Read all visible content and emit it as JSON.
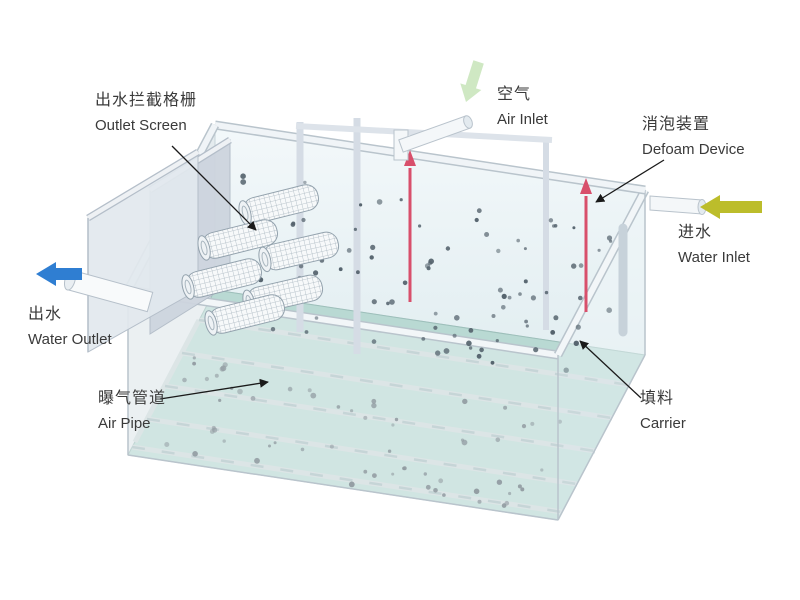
{
  "labels": {
    "outlet_screen": {
      "zh": "出水拦截格栅",
      "en": "Outlet Screen"
    },
    "air_inlet": {
      "zh": "空气",
      "en": "Air Inlet"
    },
    "defoam_device": {
      "zh": "消泡装置",
      "en": "Defoam Device"
    },
    "water_inlet": {
      "zh": "进水",
      "en": "Water Inlet"
    },
    "water_outlet": {
      "zh": "出水",
      "en": "Water Outlet"
    },
    "air_pipe": {
      "zh": "曝气管道",
      "en": "Air Pipe"
    },
    "carrier": {
      "zh": "填料",
      "en": "Carrier"
    }
  },
  "colors": {
    "water_outlet_arrow": "#2f7ed2",
    "water_inlet_arrow": "#bcbd2b",
    "air_inlet_arrow": "#cfe8c3",
    "defoam_rod": "#d84f6b",
    "tank_floor": "#b9d9d3",
    "tank_wall": "#e8edf2",
    "carrier_dot": "#55636d",
    "leader_line": "#1a1a1a",
    "label_text": "#3a3a3a"
  }
}
